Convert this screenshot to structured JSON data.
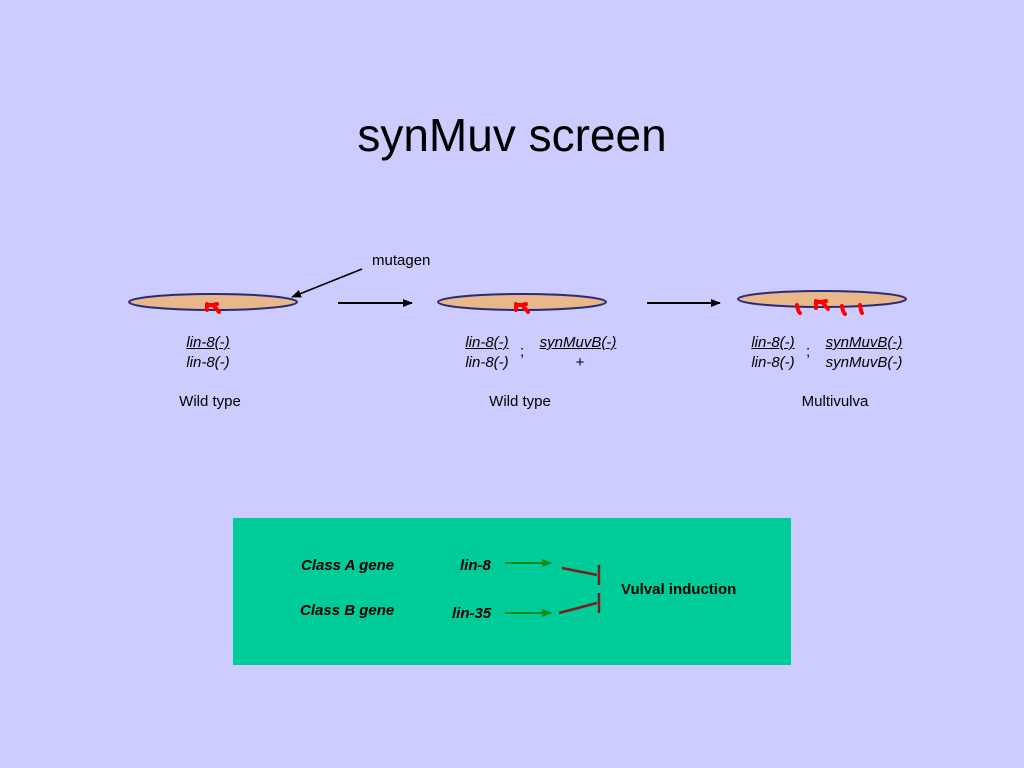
{
  "slide": {
    "title": "synMuv screen",
    "mutagen_label": "mutagen"
  },
  "worms": [
    {
      "genotype_top": "lin-8(-)",
      "genotype_bottom": "lin-8(-)",
      "phenotype": "Wild type"
    },
    {
      "genotype_top_left": "lin-8(-)",
      "genotype_bottom_left": "lin-8(-)",
      "separator": ";",
      "genotype_top_right": "synMuvB(-)",
      "genotype_bottom_right": "+",
      "phenotype": "Wild type"
    },
    {
      "genotype_top_left": "lin-8(-)",
      "genotype_bottom_left": "lin-8(-)",
      "separator": ";",
      "genotype_top_right": "synMuvB(-)",
      "genotype_bottom_right": "synMuvB(-)",
      "phenotype": "Multivulva"
    }
  ],
  "pathway": {
    "class_a_label": "Class A gene",
    "class_b_label": "Class B gene",
    "gene_a": "lin-8",
    "gene_b": "lin-35",
    "target": "Vulval induction"
  },
  "colors": {
    "background": "#ccccff",
    "worm_fill": "#e8b88a",
    "worm_outline": "#2a2a7a",
    "vulva": "#ff0000",
    "panel": "#00cc99",
    "activation_arrow": "#1a8a1a",
    "inhibition_bar": "#7a2020"
  }
}
